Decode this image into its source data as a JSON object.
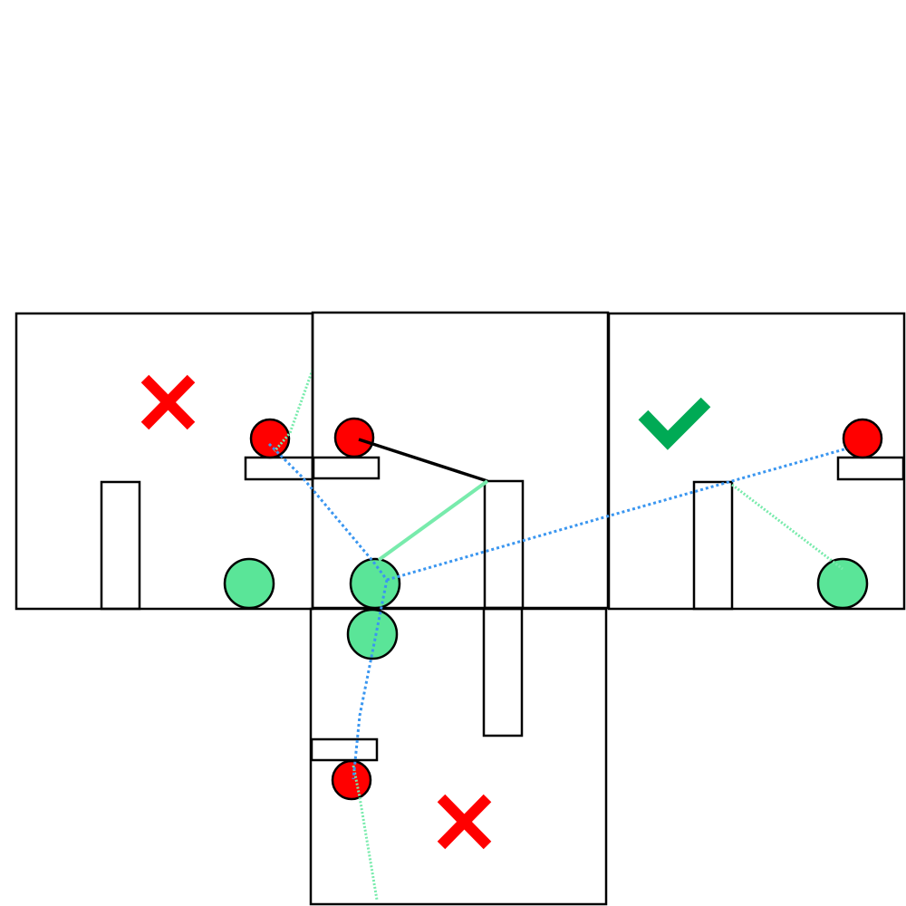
{
  "colors": {
    "background": "#ffffff",
    "outline": "#000000",
    "ball_red": "#ff0000",
    "ball_green": "#5ae598",
    "cross_mark": "#ff0000",
    "check_mark": "#00aa55",
    "path_blue": "#3a96f0",
    "path_green": "#78ebac"
  },
  "panels": [
    {
      "id": "panel-left",
      "result": "fail",
      "result_icon": "cross-mark-icon"
    },
    {
      "id": "panel-center",
      "result": "none",
      "result_icon": ""
    },
    {
      "id": "panel-right",
      "result": "success",
      "result_icon": "check-mark-icon"
    },
    {
      "id": "panel-bottom",
      "result": "fail",
      "result_icon": "cross-mark-icon"
    }
  ]
}
